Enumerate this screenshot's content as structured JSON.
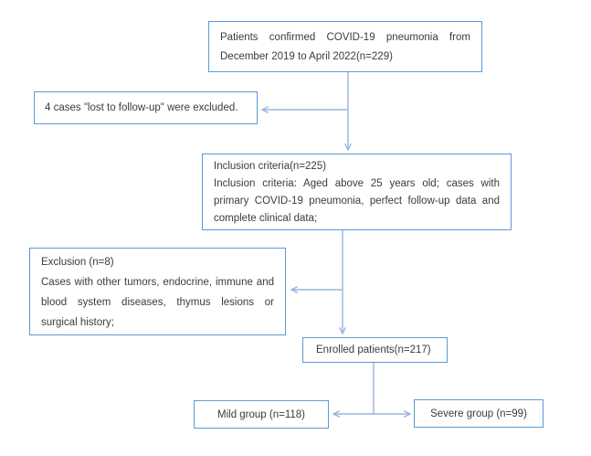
{
  "diagram": {
    "type": "flowchart",
    "colors": {
      "box_border": "#5b9bd5",
      "connector": "#97b3df",
      "text": "#3b3b3b",
      "background": "#ffffff"
    },
    "boxes": {
      "top": {
        "text": "Patients confirmed COVID-19 pneumonia from December 2019 to April 2022(n=229)"
      },
      "excluded": {
        "text": "4 cases \"lost to follow-up\" were excluded."
      },
      "inclusion": {
        "line1": "Inclusion criteria(n=225)",
        "line2": "Inclusion criteria: Aged above 25 years old; cases with primary COVID-19 pneumonia, perfect follow-up data and complete clinical data;"
      },
      "exclusion": {
        "line1": "Exclusion (n=8)",
        "line2": "Cases with other tumors, endocrine, immune and blood system diseases, thymus lesions or surgical history;"
      },
      "enrolled": {
        "text": "Enrolled patients(n=217)"
      },
      "mild": {
        "text": "Mild group (n=118)"
      },
      "severe": {
        "text": "Severe group (n=99)"
      }
    }
  }
}
